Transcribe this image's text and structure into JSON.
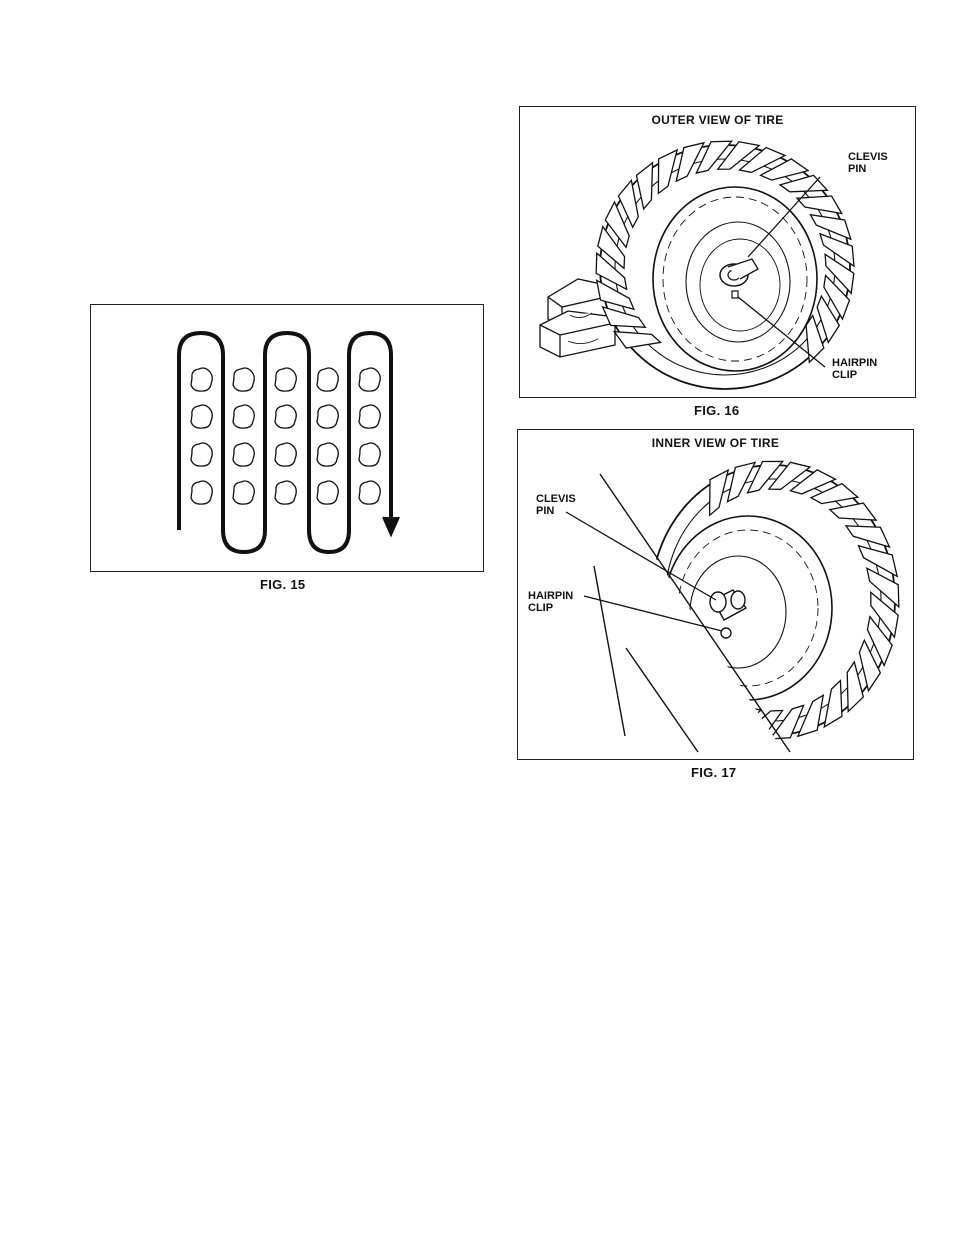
{
  "fig15": {
    "caption": "FIG. 15"
  },
  "fig16": {
    "title": "OUTER VIEW OF TIRE",
    "caption": "FIG. 16",
    "callouts": {
      "clevis_pin": "CLEVIS\nPIN",
      "hairpin_clip": "HAIRPIN\nCLIP"
    }
  },
  "fig17": {
    "title": "INNER VIEW OF TIRE",
    "caption": "FIG. 17",
    "callouts": {
      "clevis_pin": "CLEVIS\nPIN",
      "hairpin_clip": "HAIRPIN\nCLIP"
    }
  }
}
